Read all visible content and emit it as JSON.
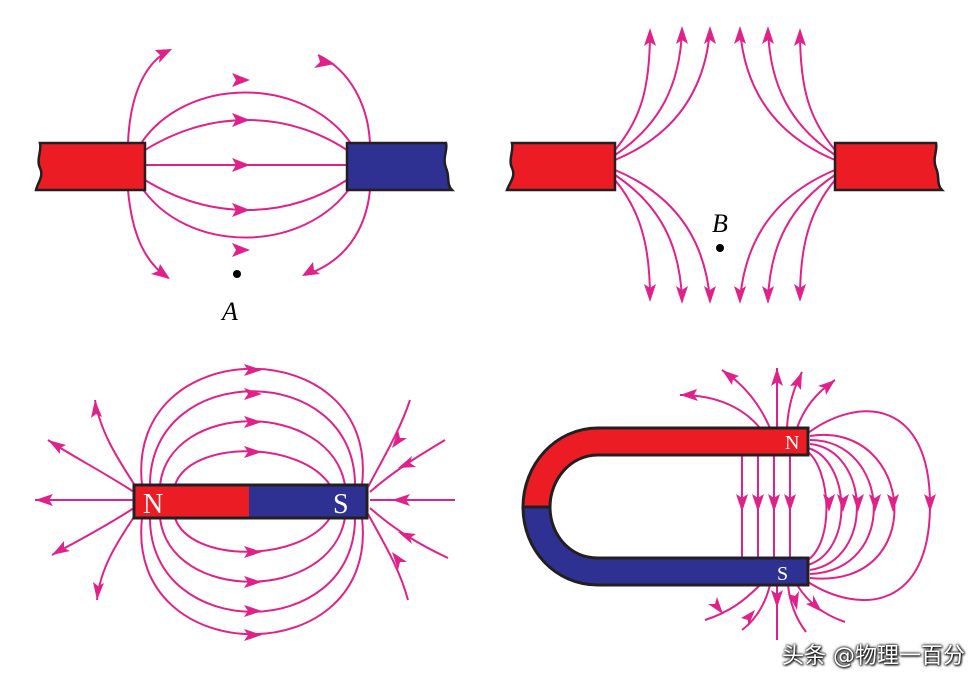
{
  "panels": {
    "top_left": {
      "point_label": "A"
    },
    "top_right": {
      "point_label": "B"
    },
    "bar_magnet": {
      "north_label": "N",
      "south_label": "S"
    },
    "horseshoe_magnet": {
      "north_label": "N",
      "south_label": "S"
    }
  },
  "watermark": "头条 @物理一百分",
  "colors": {
    "field_line": "#e0218a",
    "north_pole": "#ec1c24",
    "south_pole": "#2e3192",
    "outline": "#231f20",
    "background": "#ffffff"
  }
}
